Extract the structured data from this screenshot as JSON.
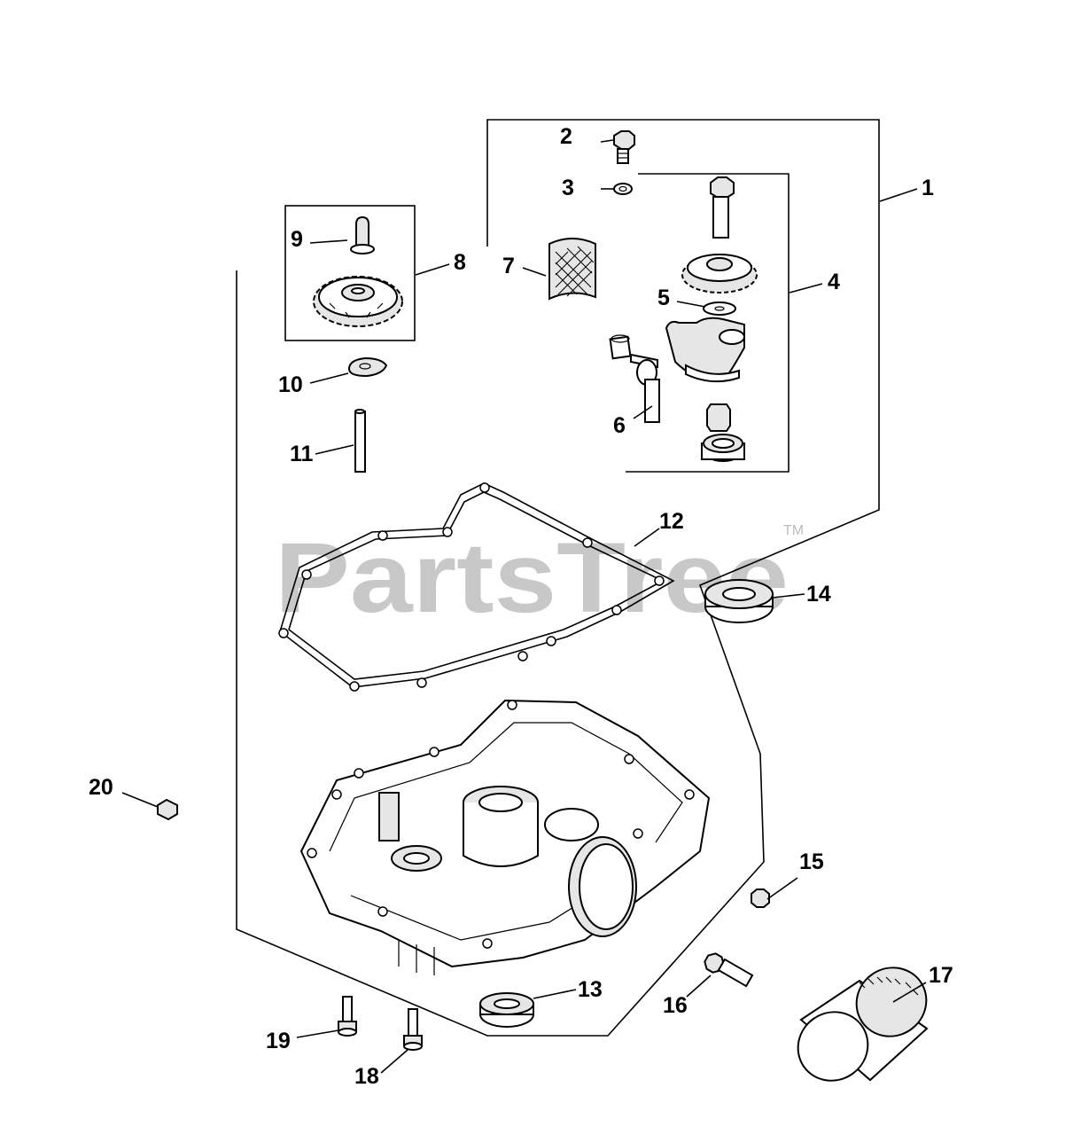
{
  "watermark": {
    "text": "PartsTree",
    "tm": "TM"
  },
  "callouts": {
    "c1": "1",
    "c2": "2",
    "c3": "3",
    "c4": "4",
    "c5": "5",
    "c6": "6",
    "c7": "7",
    "c8": "8",
    "c9": "9",
    "c10": "10",
    "c11": "11",
    "c12": "12",
    "c13": "13",
    "c14": "14",
    "c15": "15",
    "c16": "16",
    "c17": "17",
    "c18": "18",
    "c19": "19",
    "c20": "20"
  }
}
